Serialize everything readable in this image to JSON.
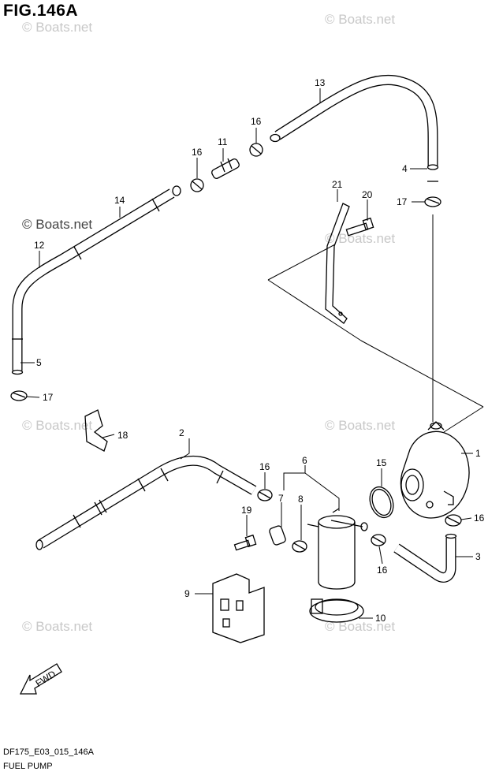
{
  "figure": {
    "title": "FIG.146A"
  },
  "footer": {
    "code": "DF175_E03_015_146A",
    "name": "FUEL PUMP"
  },
  "watermark": {
    "text": "© Boats.net",
    "color": "#c8c8c8"
  },
  "fwd_arrow": {
    "label": "FWD"
  },
  "callouts": {
    "c1": "1",
    "c2": "2",
    "c3": "3",
    "c4": "4",
    "c5": "5",
    "c6": "6",
    "c7": "7",
    "c8": "8",
    "c9": "9",
    "c10": "10",
    "c11": "11",
    "c12": "12",
    "c13": "13",
    "c14": "14",
    "c15": "15",
    "c16a": "16",
    "c16b": "16",
    "c16c": "16",
    "c16d": "16",
    "c16e": "16",
    "c17a": "17",
    "c17b": "17",
    "c18": "18",
    "c19": "19",
    "c20": "20",
    "c21": "21"
  }
}
